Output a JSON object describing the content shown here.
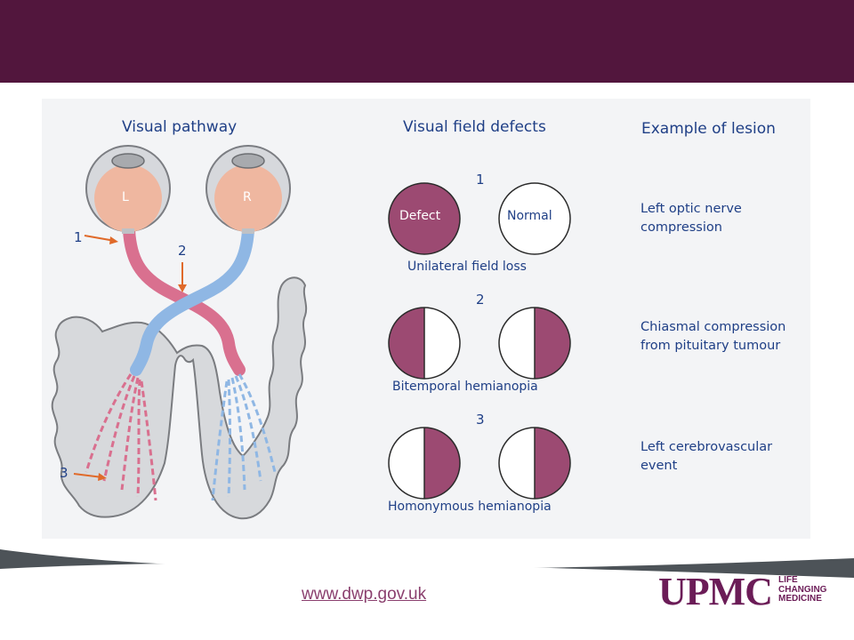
{
  "headers": {
    "pathway": "Visual pathway",
    "defects": "Visual field defects",
    "lesion": "Example of lesion"
  },
  "eyes": {
    "left": "L",
    "right": "R"
  },
  "pathway_markers": {
    "m1": "1",
    "m2": "2",
    "m3": "3"
  },
  "defect_rows": [
    {
      "number": "1",
      "caption": "Unilateral field loss",
      "left_circle": "Defect",
      "right_circle": "Normal"
    },
    {
      "number": "2",
      "caption": "Bitemporal hemianopia"
    },
    {
      "number": "3",
      "caption": "Homonymous hemianopia"
    }
  ],
  "lesions": [
    {
      "line1": "Left optic nerve",
      "line2": "compression"
    },
    {
      "line1": "Chiasmal compression",
      "line2": "from pituitary tumour"
    },
    {
      "line1": "Left cerebrovascular",
      "line2": "event"
    }
  ],
  "footer": {
    "url": "www.dwp.gov.uk",
    "logo": "UPMC",
    "tag1": "LIFE",
    "tag2": "CHANGING",
    "tag3": "MEDICINE"
  },
  "colors": {
    "band": "#52163d",
    "defect": "#9c4a72",
    "pink_tract": "#d9708f",
    "blue_tract": "#8fb7e4",
    "text": "#1f3f86",
    "arrow": "#e06a2a"
  }
}
